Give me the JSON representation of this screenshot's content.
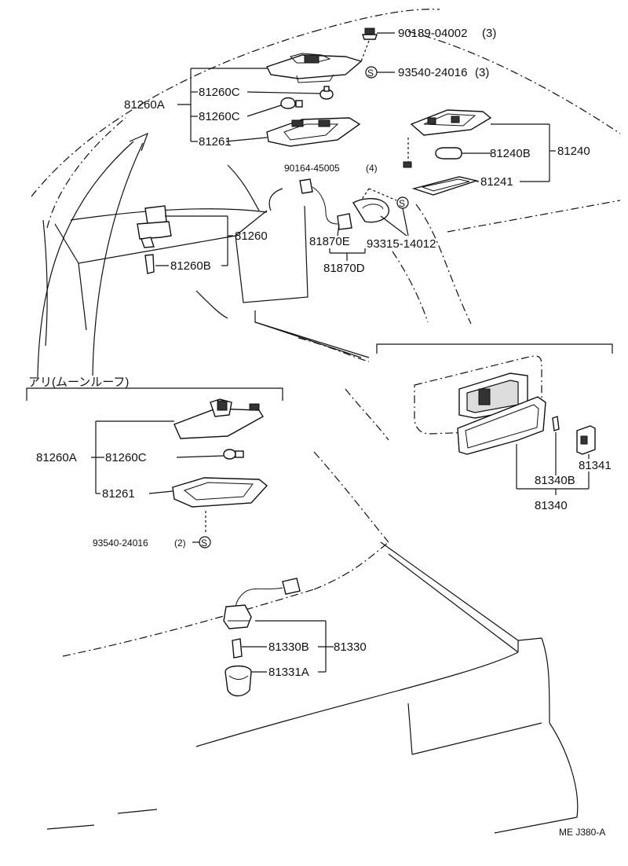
{
  "parts": {
    "p90189": "90189-04002",
    "p90189_qty": "(3)",
    "p93540_top": "93540-24016",
    "p93540_top_qty": "(3)",
    "p81260A": "81260A",
    "p81260C_a": "81260C",
    "p81260C_b": "81260C",
    "p81261": "81261",
    "p90164": "90164-45005",
    "p90164_qty": "(4)",
    "p81240B": "81240B",
    "p81240": "81240",
    "p81241": "81241",
    "p81260": "81260",
    "p81260B": "81260B",
    "p81870E": "81870E",
    "p93315": "93315-14012",
    "p81870D": "81870D",
    "p81340B": "81340B",
    "p81341": "81341",
    "p81340": "81340",
    "p81260A_2": "81260A",
    "p81260C_2": "81260C",
    "p81261_2": "81261",
    "p93540_bottom": "93540-24016",
    "p93540_bottom_qty": "(2)",
    "p81330B": "81330B",
    "p81330": "81330",
    "p81331A": "81331A"
  },
  "section_label": "アリ(ムーンルーフ)",
  "s_mark": "S",
  "diagram_code": "ME J380-A"
}
